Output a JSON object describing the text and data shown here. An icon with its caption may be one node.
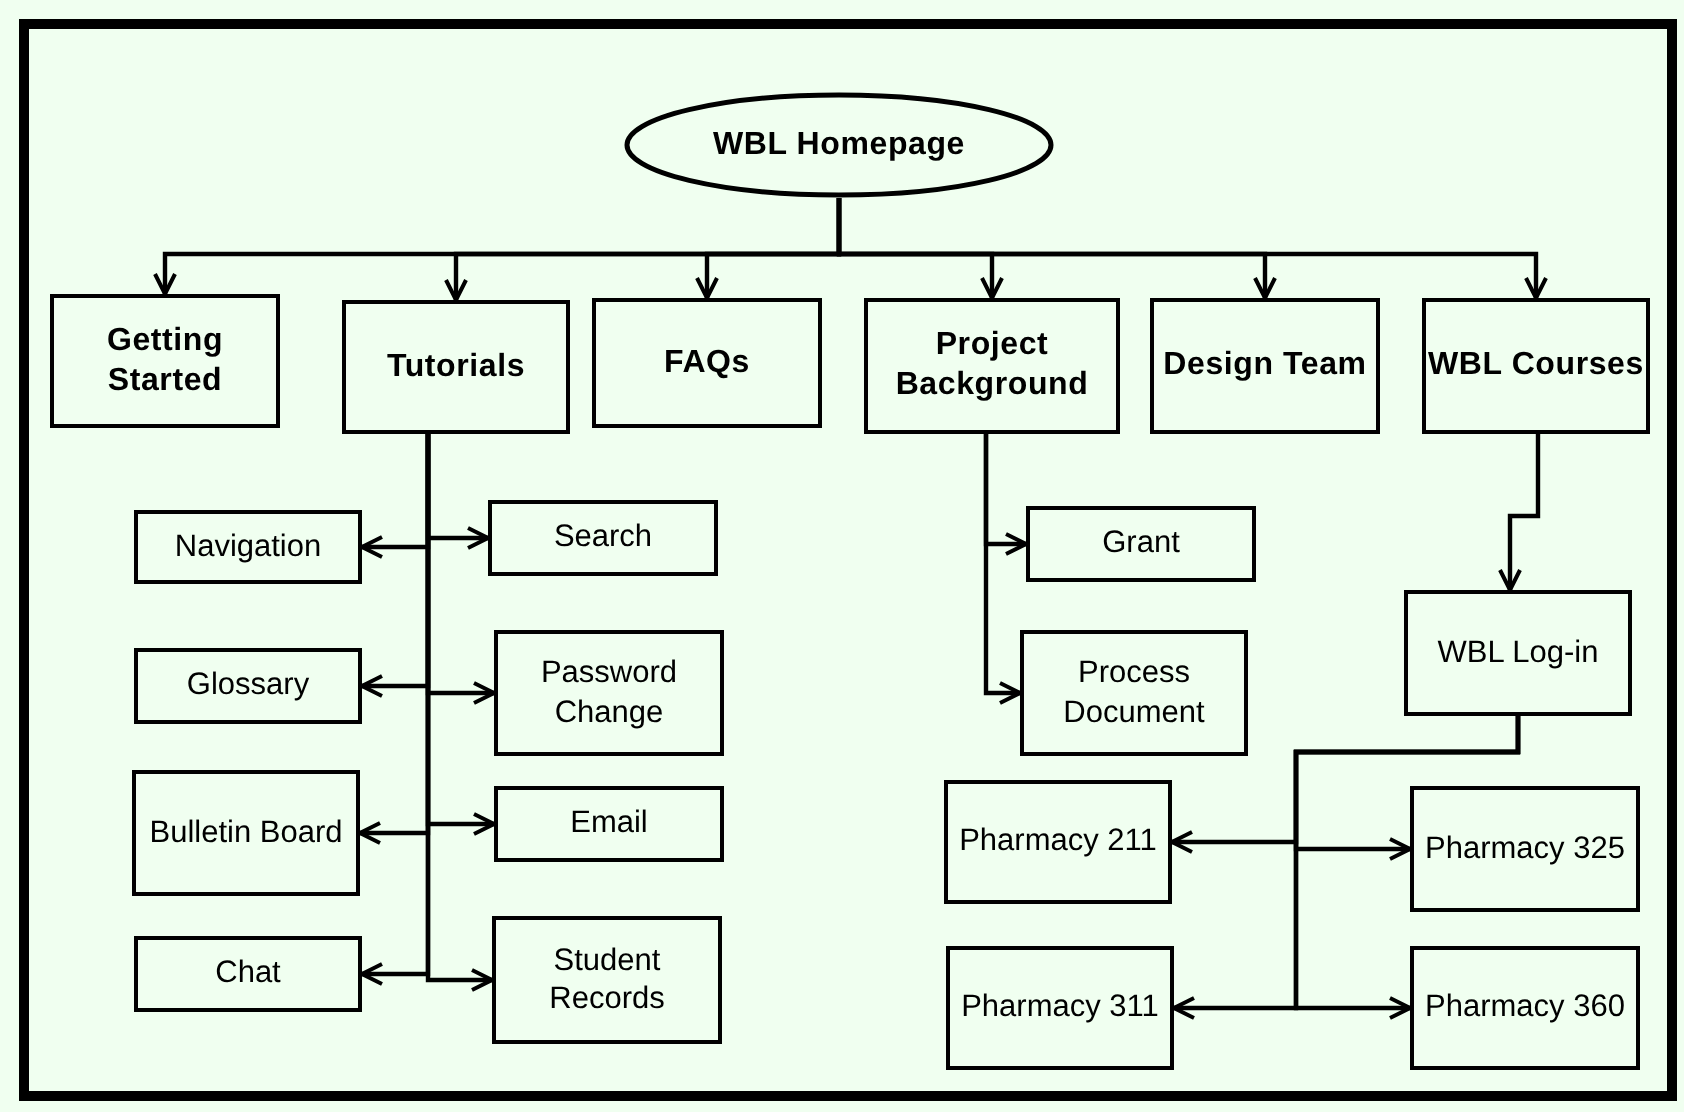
{
  "diagram": {
    "nodes": [
      {
        "text": [
          "WBL Homepage"
        ]
      },
      {
        "text": [
          "Getting Started"
        ]
      },
      {
        "text": [
          "Tutorials"
        ]
      },
      {
        "text": [
          "FAQs"
        ]
      },
      {
        "text": [
          "Project Background"
        ]
      },
      {
        "text": [
          "Design Team"
        ]
      },
      {
        "text": [
          "WBL Courses"
        ]
      },
      {
        "text": [
          "Navigation"
        ]
      },
      {
        "text": [
          "Search"
        ]
      },
      {
        "text": [
          "Glossary"
        ]
      },
      {
        "text": [
          "Password Change"
        ]
      },
      {
        "text": [
          "Bulletin Board"
        ]
      },
      {
        "text": [
          "Email"
        ]
      },
      {
        "text": [
          "Chat"
        ]
      },
      {
        "text": [
          "Student Records"
        ]
      },
      {
        "text": [
          "Grant"
        ]
      },
      {
        "text": [
          "Process Document"
        ]
      },
      {
        "text": [
          "WBL Log-in"
        ]
      },
      {
        "text": [
          "Pharmacy 211"
        ]
      },
      {
        "text": [
          "Pharmacy 325"
        ]
      },
      {
        "text": [
          "Pharmacy 311"
        ]
      },
      {
        "text": [
          "Pharmacy 360"
        ]
      }
    ],
    "edges": [
      {
        "from": 0,
        "to": 1,
        "arrow": "to"
      },
      {
        "from": 0,
        "to": 2,
        "arrow": "to"
      },
      {
        "from": 0,
        "to": 3,
        "arrow": "to"
      },
      {
        "from": 0,
        "to": 4,
        "arrow": "to"
      },
      {
        "from": 0,
        "to": 5,
        "arrow": "to"
      },
      {
        "from": 0,
        "to": 6,
        "arrow": "to"
      },
      {
        "from": 2,
        "to": 7,
        "arrow": "to"
      },
      {
        "from": 2,
        "to": 8,
        "arrow": "to"
      },
      {
        "from": 2,
        "to": 9,
        "arrow": "to"
      },
      {
        "from": 2,
        "to": 10,
        "arrow": "to"
      },
      {
        "from": 2,
        "to": 11,
        "arrow": "to"
      },
      {
        "from": 2,
        "to": 12,
        "arrow": "to"
      },
      {
        "from": 2,
        "to": 13,
        "arrow": "to"
      },
      {
        "from": 2,
        "to": 14,
        "arrow": "to"
      },
      {
        "from": 4,
        "to": 15,
        "arrow": "to"
      },
      {
        "from": 4,
        "to": 16,
        "arrow": "to"
      },
      {
        "from": 6,
        "to": 17,
        "arrow": "to"
      },
      {
        "from": 17,
        "to": 18,
        "arrow": "to"
      },
      {
        "from": 17,
        "to": 19,
        "arrow": "to"
      },
      {
        "from": 17,
        "to": 20,
        "arrow": "to"
      },
      {
        "from": 17,
        "to": 21,
        "arrow": "to"
      }
    ]
  }
}
